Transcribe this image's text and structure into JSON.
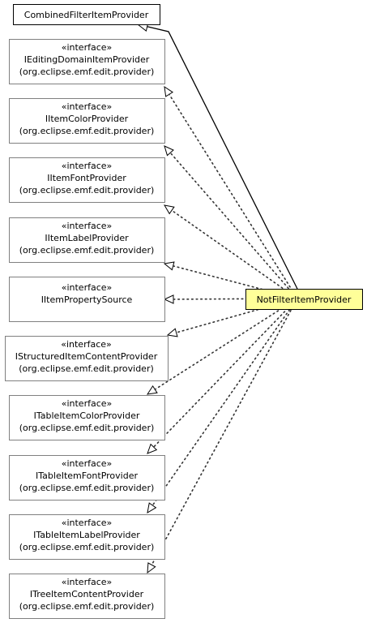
{
  "diagram": {
    "target": {
      "name": "NotFilterItemProvider"
    },
    "superclass": {
      "name": "CombinedFilterItemProvider"
    },
    "interfaces": [
      {
        "stereotype": "«interface»",
        "name": "IEditingDomainItemProvider",
        "package": "(org.eclipse.emf.edit.provider)"
      },
      {
        "stereotype": "«interface»",
        "name": "IItemColorProvider",
        "package": "(org.eclipse.emf.edit.provider)"
      },
      {
        "stereotype": "«interface»",
        "name": "IItemFontProvider",
        "package": "(org.eclipse.emf.edit.provider)"
      },
      {
        "stereotype": "«interface»",
        "name": "IItemLabelProvider",
        "package": "(org.eclipse.emf.edit.provider)"
      },
      {
        "stereotype": "«interface»",
        "name": "IItemPropertySource",
        "package": ""
      },
      {
        "stereotype": "«interface»",
        "name": "IStructuredItemContentProvider",
        "package": "(org.eclipse.emf.edit.provider)"
      },
      {
        "stereotype": "«interface»",
        "name": "ITableItemColorProvider",
        "package": "(org.eclipse.emf.edit.provider)"
      },
      {
        "stereotype": "«interface»",
        "name": "ITableItemFontProvider",
        "package": "(org.eclipse.emf.edit.provider)"
      },
      {
        "stereotype": "«interface»",
        "name": "ITableItemLabelProvider",
        "package": "(org.eclipse.emf.edit.provider)"
      },
      {
        "stereotype": "«interface»",
        "name": "ITreeItemContentProvider",
        "package": "(org.eclipse.emf.edit.provider)"
      }
    ]
  }
}
